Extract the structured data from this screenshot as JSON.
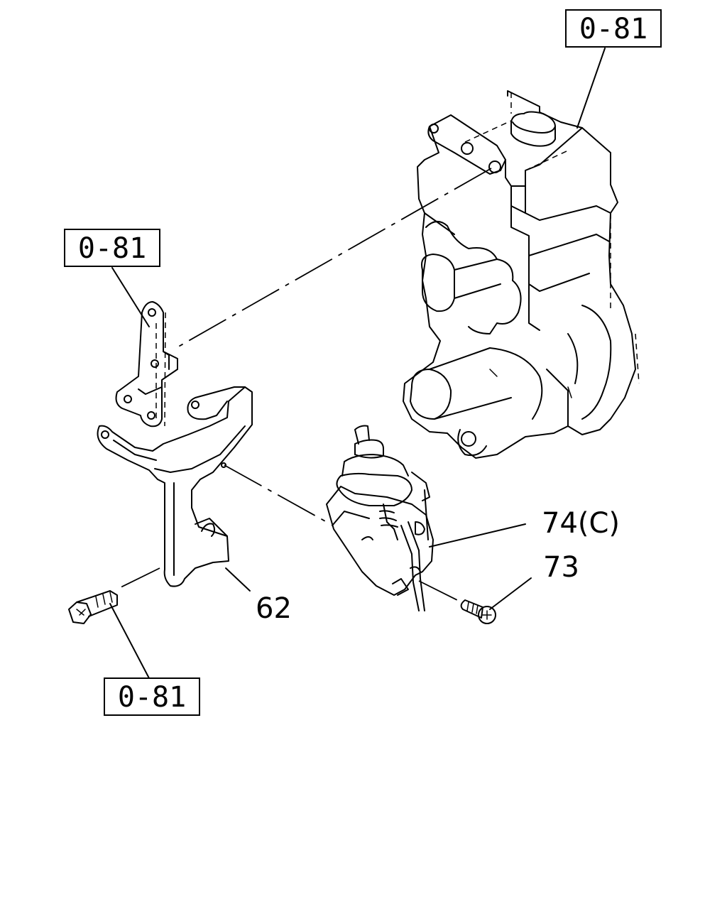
{
  "callouts": {
    "ref_top": "0-81",
    "ref_left": "0-81",
    "ref_bottom": "0-81",
    "part_62": "62",
    "part_74": "74(C)",
    "part_73": "73"
  }
}
